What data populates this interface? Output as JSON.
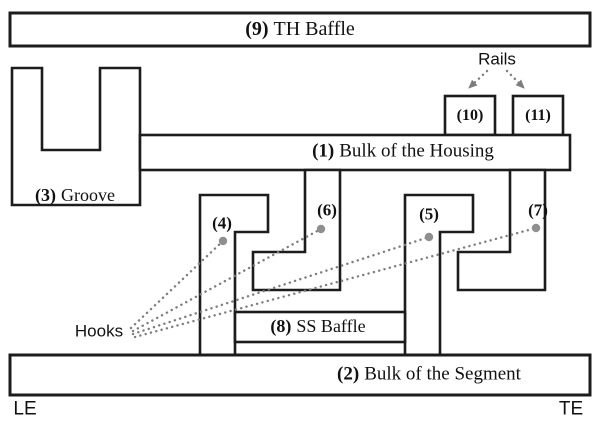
{
  "labels": {
    "p9": {
      "num": "(9)",
      "text": "TH Baffle"
    },
    "p1": {
      "num": "(1)",
      "text": "Bulk of the Housing"
    },
    "p3": {
      "num": "(3)",
      "text": "Groove"
    },
    "p4": {
      "num": "(4)"
    },
    "p5": {
      "num": "(5)"
    },
    "p6": {
      "num": "(6)"
    },
    "p7": {
      "num": "(7)"
    },
    "p10": {
      "num": "(10)"
    },
    "p11": {
      "num": "(11)"
    },
    "p8": {
      "num": "(8)",
      "text": "SS Baffle"
    },
    "p2": {
      "num": "(2)",
      "text": "Bulk of the Segment"
    }
  },
  "annotations": {
    "rails": "Rails",
    "hooks": "Hooks",
    "leading_edge": "LE",
    "trailing_edge": "TE"
  },
  "colors": {
    "outline": "#1c1c1c",
    "callout": "#7d7d7d",
    "dot": "#8f8f8f",
    "background": "#ffffff"
  }
}
